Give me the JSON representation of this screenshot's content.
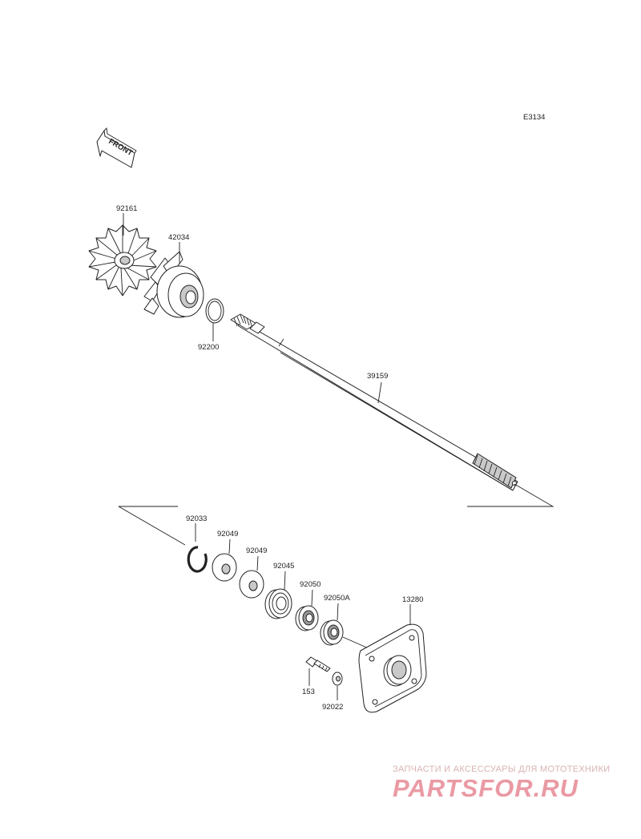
{
  "diagram_code": "E3134",
  "front_label": "FRONT",
  "parts": [
    {
      "id": "p92161",
      "number": "92161"
    },
    {
      "id": "p42034",
      "number": "42034"
    },
    {
      "id": "p92200",
      "number": "92200"
    },
    {
      "id": "p39159",
      "number": "39159"
    },
    {
      "id": "p92033",
      "number": "92033"
    },
    {
      "id": "p92049a",
      "number": "92049"
    },
    {
      "id": "p92049b",
      "number": "92049"
    },
    {
      "id": "p92045",
      "number": "92045"
    },
    {
      "id": "p92050",
      "number": "92050"
    },
    {
      "id": "p92050A",
      "number": "92050A"
    },
    {
      "id": "p13280",
      "number": "13280"
    },
    {
      "id": "p153",
      "number": "153"
    },
    {
      "id": "p92022",
      "number": "92022"
    }
  ],
  "watermark": {
    "tagline": "ЗАПЧАСТИ И АКСЕССУАРЫ ДЛЯ МОТОТЕХНИКИ",
    "brand": "PARTSFOR.RU"
  }
}
